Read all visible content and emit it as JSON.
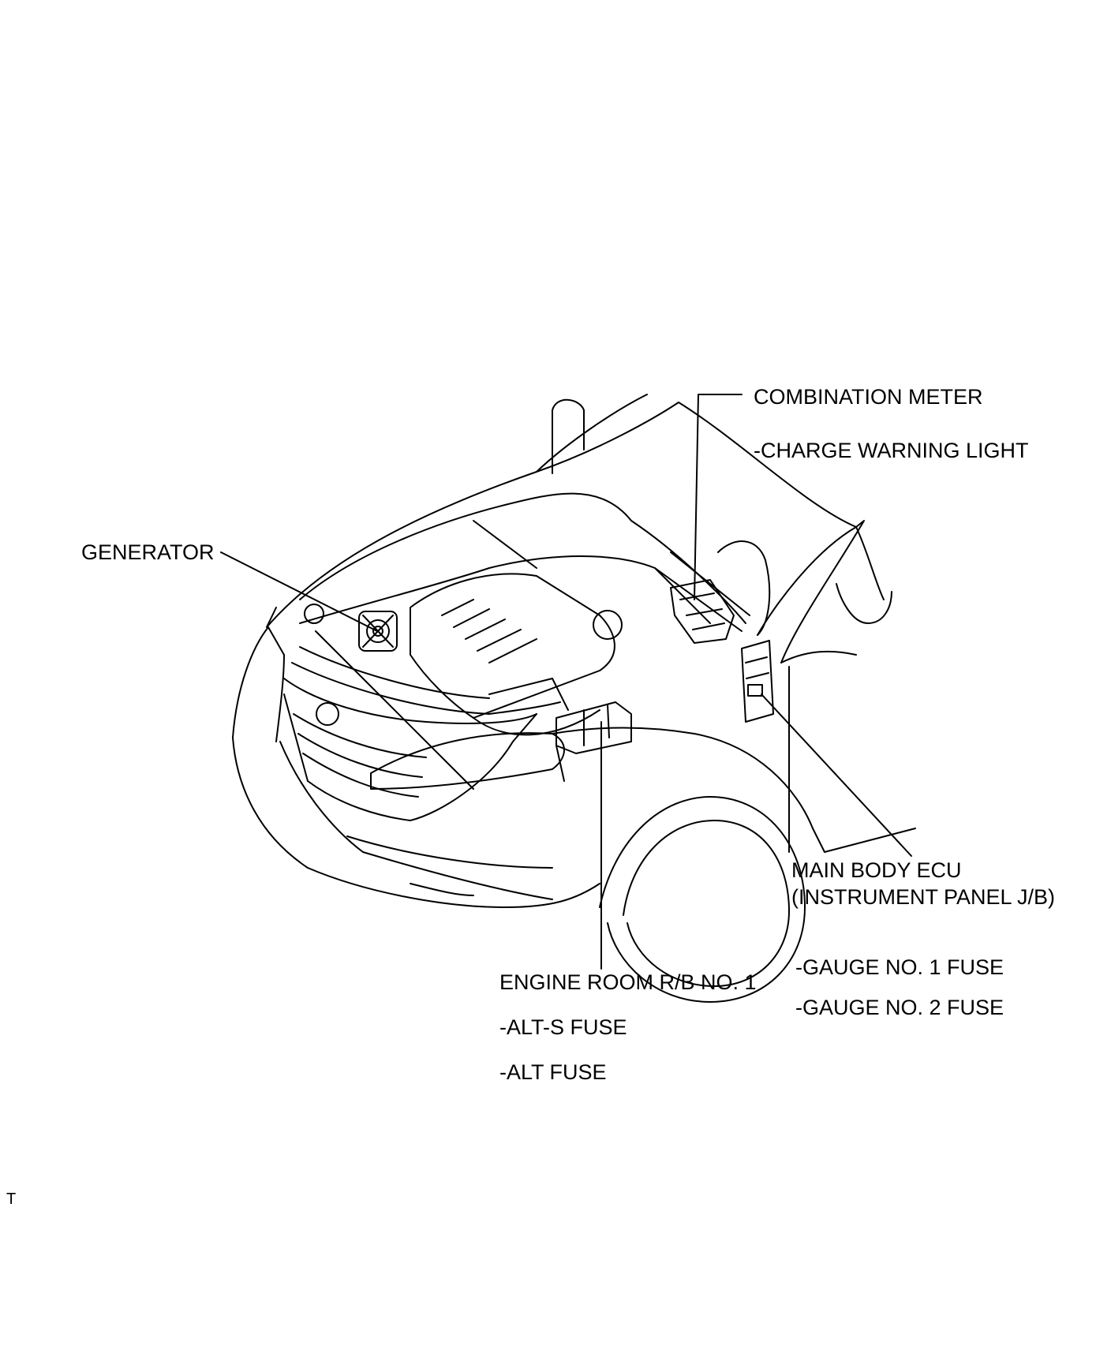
{
  "colors": {
    "ink": "#000000",
    "paper": "#ffffff"
  },
  "labels": {
    "combination_meter": "COMBINATION METER",
    "charge_warning_light": "-CHARGE WARNING LIGHT",
    "generator": "GENERATOR",
    "main_body_ecu": "MAIN BODY ECU",
    "instrument_panel_jb": "(INSTRUMENT PANEL J/B)",
    "gauge_no1_fuse": "-GAUGE NO. 1 FUSE",
    "gauge_no2_fuse": "-GAUGE NO. 2 FUSE",
    "engine_room_rb": "ENGINE ROOM R/B NO. 1",
    "alt_s_fuse": "-ALT-S FUSE",
    "alt_fuse": "-ALT FUSE",
    "corner_mark": "T"
  }
}
